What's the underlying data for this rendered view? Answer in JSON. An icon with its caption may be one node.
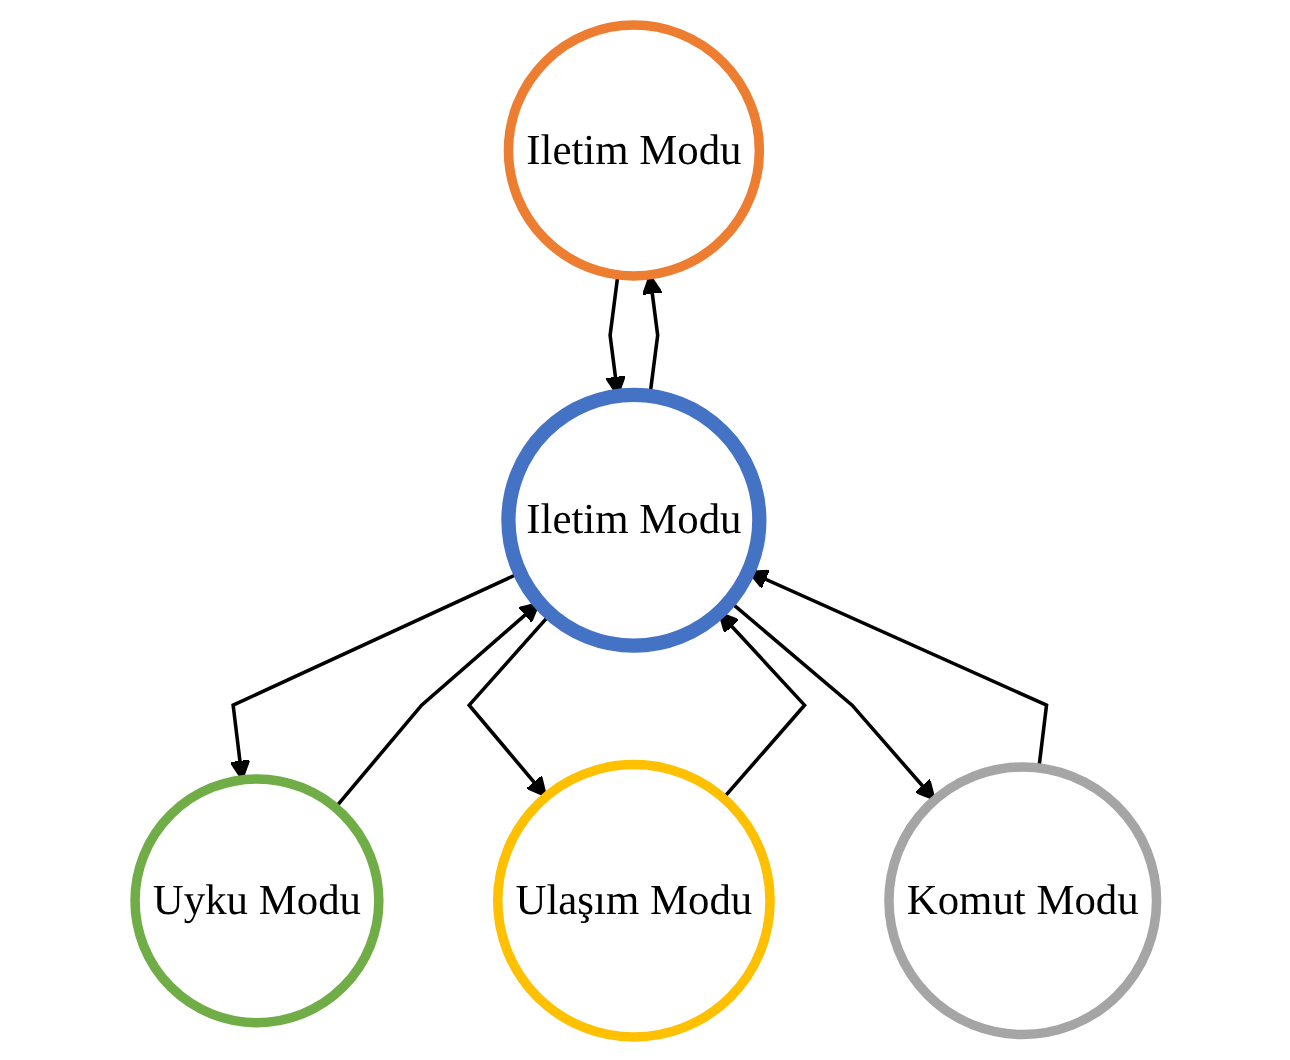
{
  "diagram": {
    "nodes": [
      {
        "text": [
          "Iletim Modu"
        ]
      },
      {
        "text": [
          "Uyku Modu"
        ]
      },
      {
        "text": [
          "Iletim Modu"
        ]
      },
      {
        "text": [
          "Ulaşım Modu"
        ]
      },
      {
        "text": [
          "Komut Modu"
        ]
      }
    ],
    "edges": [
      {
        "from": 0,
        "to": 2,
        "arrow": "to"
      },
      {
        "from": 2,
        "to": 0,
        "arrow": "to"
      },
      {
        "from": 2,
        "to": 1,
        "arrow": "to"
      },
      {
        "from": 1,
        "to": 2,
        "arrow": "to"
      },
      {
        "from": 3,
        "to": 2,
        "arrow": "to"
      },
      {
        "from": 2,
        "to": 3,
        "arrow": "to"
      },
      {
        "from": 2,
        "to": 4,
        "arrow": "to"
      },
      {
        "from": 4,
        "to": 2,
        "arrow": "to"
      }
    ]
  }
}
